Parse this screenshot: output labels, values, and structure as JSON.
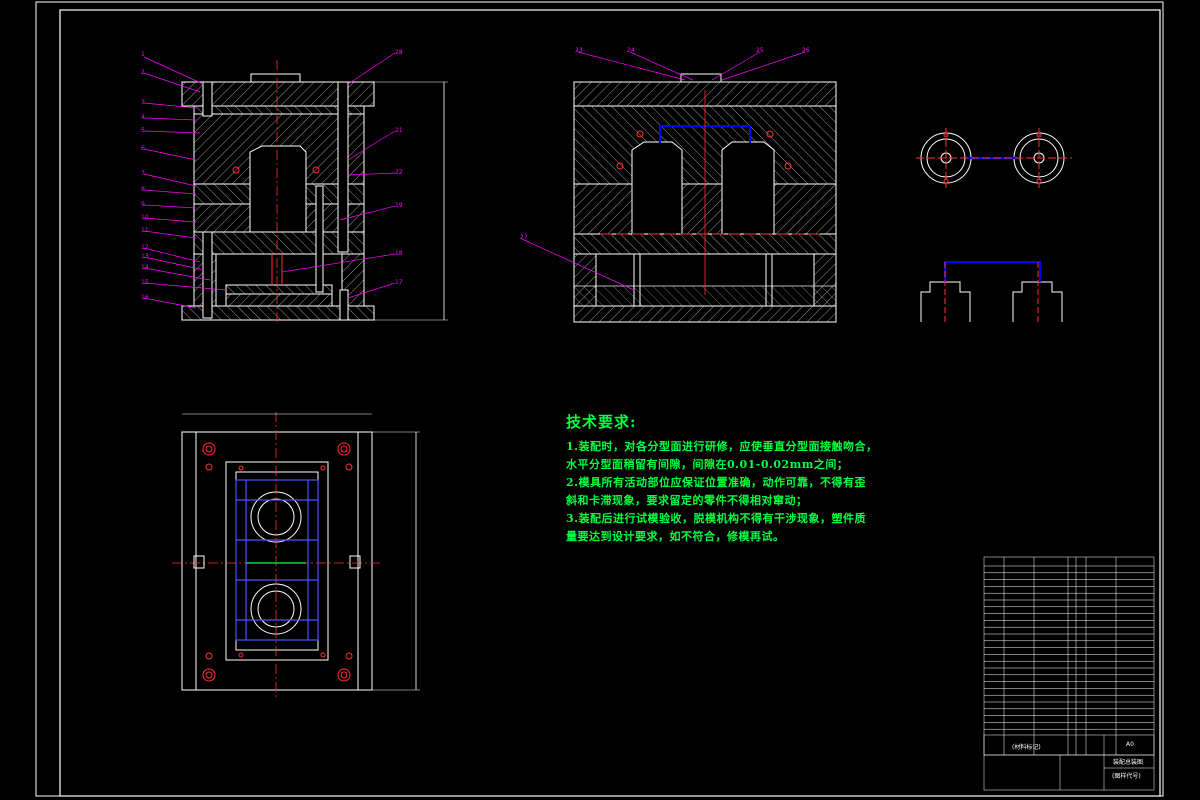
{
  "drawing_title": "装配总装图",
  "drawing_code": "(图样代号)",
  "material_mark": "(材料标记)",
  "scale_mark": "A0",
  "tech_requirements": {
    "title": "技术要求:",
    "lines": [
      "1.装配时，对各分型面进行研修，应使垂直分型面接触吻合，",
      "水平分型面稍留有间隙，间隙在0.01-0.02mm之间；",
      "2.模具所有活动部位应保证位置准确，动作可靠，不得有歪",
      "斜和卡滞现象，要求留定的零件不得相对窜动；",
      "3.装配后进行试模验收，脱模机构不得有干涉现象，塑件质",
      "量要达到设计要求，如不符合，修模再试。"
    ]
  },
  "left_callouts": [
    "1",
    "2",
    "3",
    "4",
    "5",
    "6",
    "7",
    "8",
    "9",
    "10",
    "11",
    "12",
    "13",
    "14",
    "15",
    "16"
  ],
  "right_callouts": [
    "28",
    "21",
    "22",
    "19",
    "18",
    "17"
  ],
  "section_callouts_top": [
    "23",
    "24",
    "25",
    "26"
  ],
  "section_callout_side": "27",
  "colors": {
    "background": "#000000",
    "outline": "#ffffff",
    "hatch": "#ffffff",
    "leader": "#ff00ff",
    "centerline": "#ff3030",
    "water": "#0000ff",
    "text_green": "#00ff40",
    "dimension": "#00ff00"
  }
}
